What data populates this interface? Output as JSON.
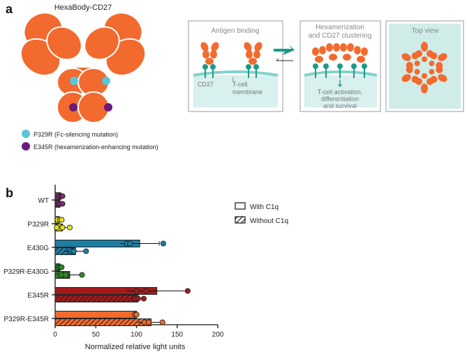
{
  "panel_a": {
    "letter": "a",
    "molecule_title": "HexaBody-CD27",
    "legend": [
      {
        "label": "P329R (Fc-silencing mutation)",
        "color": "#5bc4d8"
      },
      {
        "label": "E345R (hexamerization-enhancing mutation)",
        "color": "#6a1b7a"
      }
    ],
    "boxes": {
      "antigen_title": "Antigen binding",
      "cd27_label": "CD27",
      "membrane_label_1": "T-cell",
      "membrane_label_2": "membrane",
      "hex_title_1": "Hexamerization",
      "hex_title_2": "and CD27 clustering",
      "outcome_1": "T-cell activation,",
      "outcome_2": "differentiation",
      "outcome_3": "and survival",
      "top_view_title": "Top view"
    },
    "colors": {
      "antibody": "#f26a2e",
      "receptor": "#1a9a8a",
      "membrane": "#7fd3c8",
      "box_fill": "#d8f0ee"
    }
  },
  "panel_b": {
    "letter": "b",
    "legend": [
      {
        "label": "With C1q"
      },
      {
        "label": "Without C1q"
      }
    ]
  },
  "chart_data": {
    "type": "bar",
    "orientation": "horizontal",
    "categories": [
      "WT",
      "P329R",
      "E430G",
      "P329R-E430G",
      "E345R",
      "P329R-E345R"
    ],
    "colors": [
      "#7b2d6b",
      "#e6e020",
      "#1f7fa3",
      "#2e8a2a",
      "#a31a1a",
      "#f26a2e"
    ],
    "series": [
      {
        "name": "With C1q",
        "values": [
          7,
          5,
          104,
          6,
          125,
          100
        ],
        "errors": [
          2,
          2,
          24,
          2,
          37,
          1
        ],
        "points": [
          [
            5,
            8,
            9
          ],
          [
            3,
            6,
            8
          ],
          [
            88,
            92,
            133
          ],
          [
            4,
            6,
            8
          ],
          [
            100,
            112,
            163
          ],
          [
            98,
            100,
            100
          ]
        ]
      },
      {
        "name": "Without C1q",
        "values": [
          6,
          9,
          25,
          18,
          102,
          118
        ],
        "errors": [
          2,
          9,
          13,
          15,
          8,
          16
        ],
        "points": [
          [
            4,
            6,
            9
          ],
          [
            2,
            9,
            18
          ],
          [
            20,
            23,
            38
          ],
          [
            8,
            13,
            33
          ],
          [
            98,
            102,
            109
          ],
          [
            110,
            115,
            132
          ]
        ]
      }
    ],
    "xlabel": "Normalized relative light units",
    "ylabel": "",
    "xlim": [
      0,
      200
    ],
    "xticks": [
      0,
      50,
      100,
      150,
      200
    ]
  }
}
